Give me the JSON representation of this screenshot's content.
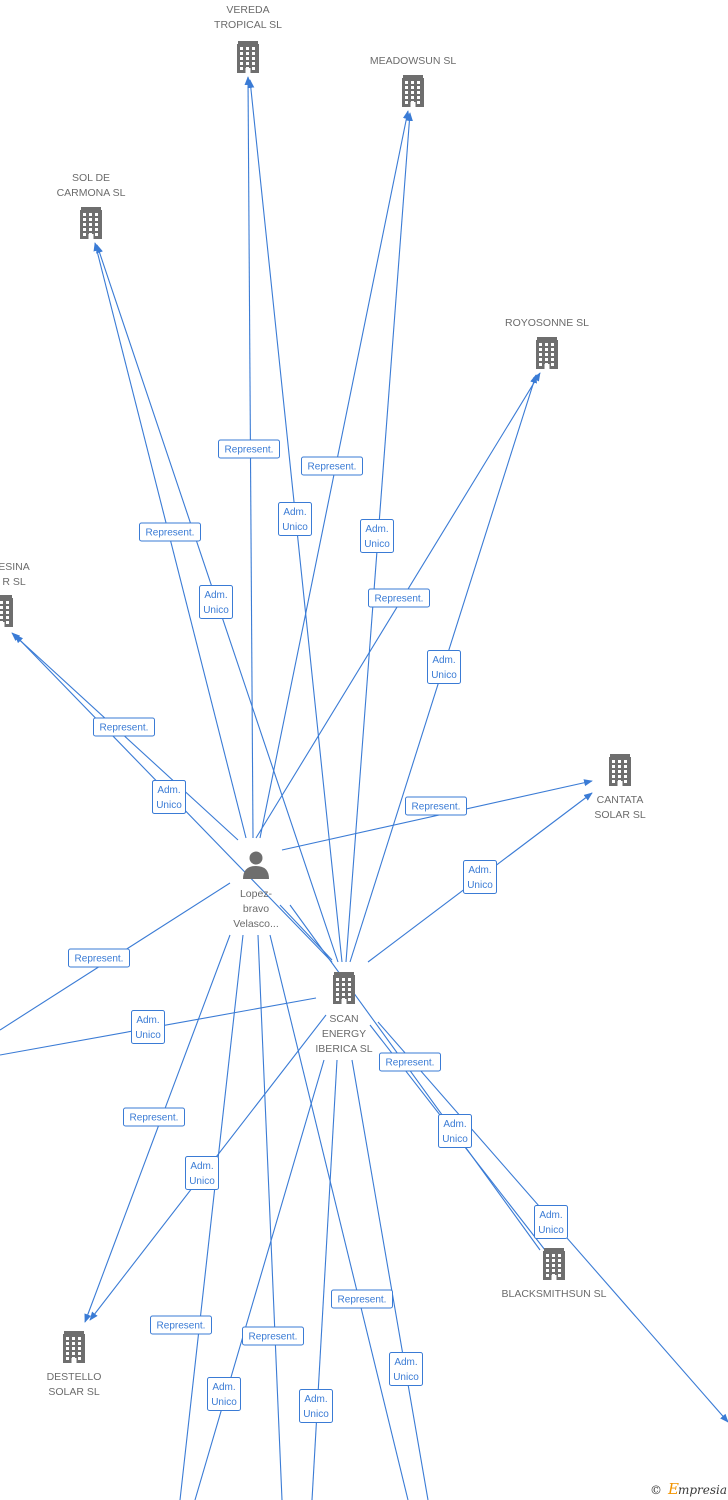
{
  "colors": {
    "edge": "#3a7bd5",
    "icon": "#6e6e6e",
    "label": "#6b6b6b",
    "brand_e": "#f29400"
  },
  "nodes": [
    {
      "id": "vereda",
      "type": "company",
      "icon": "building-icon",
      "label": [
        "VEREDA",
        "TROPICAL SL"
      ]
    },
    {
      "id": "meadowsun",
      "type": "company",
      "icon": "building-icon",
      "label": [
        "MEADOWSUN SL"
      ]
    },
    {
      "id": "solcarmona",
      "type": "company",
      "icon": "building-icon",
      "label": [
        "SOL DE",
        "CARMONA SL"
      ]
    },
    {
      "id": "royosonne",
      "type": "company",
      "icon": "building-icon",
      "label": [
        "ROYOSONNE SL"
      ]
    },
    {
      "id": "cut_left",
      "type": "company",
      "icon": "building-icon",
      "label": [
        "ESINA",
        "R SL"
      ]
    },
    {
      "id": "cantata",
      "type": "company",
      "icon": "building-icon",
      "label": [
        "CANTATA",
        "SOLAR SL"
      ]
    },
    {
      "id": "person",
      "type": "person",
      "icon": "person-icon",
      "label": [
        "Lopez-",
        "bravo",
        "Velasco..."
      ]
    },
    {
      "id": "scan",
      "type": "company",
      "icon": "building-icon",
      "label": [
        "SCAN",
        "ENERGY",
        "IBERICA SL"
      ]
    },
    {
      "id": "blacksmith",
      "type": "company",
      "icon": "building-icon",
      "label": [
        "BLACKSMITHSUN SL"
      ]
    },
    {
      "id": "destello",
      "type": "company",
      "icon": "building-icon",
      "label": [
        "DESTELLO",
        "SOLAR SL"
      ]
    }
  ],
  "edge_badges": [
    {
      "id": "b1",
      "lines": [
        "Represent."
      ]
    },
    {
      "id": "b2",
      "lines": [
        "Represent."
      ]
    },
    {
      "id": "b3",
      "lines": [
        "Adm.",
        "Unico"
      ]
    },
    {
      "id": "b4",
      "lines": [
        "Represent."
      ]
    },
    {
      "id": "b5",
      "lines": [
        "Adm.",
        "Unico"
      ]
    },
    {
      "id": "b6",
      "lines": [
        "Adm.",
        "Unico"
      ]
    },
    {
      "id": "b7",
      "lines": [
        "Represent."
      ]
    },
    {
      "id": "b8",
      "lines": [
        "Adm.",
        "Unico"
      ]
    },
    {
      "id": "b9",
      "lines": [
        "Represent."
      ]
    },
    {
      "id": "b10",
      "lines": [
        "Adm.",
        "Unico"
      ]
    },
    {
      "id": "b11",
      "lines": [
        "Represent."
      ]
    },
    {
      "id": "b12",
      "lines": [
        "Adm.",
        "Unico"
      ]
    },
    {
      "id": "b13",
      "lines": [
        "Represent."
      ]
    },
    {
      "id": "b14",
      "lines": [
        "Adm.",
        "Unico"
      ]
    },
    {
      "id": "b15",
      "lines": [
        "Represent."
      ]
    },
    {
      "id": "b16",
      "lines": [
        "Adm.",
        "Unico"
      ]
    },
    {
      "id": "b17",
      "lines": [
        "Adm.",
        "Unico"
      ]
    },
    {
      "id": "b18",
      "lines": [
        "Represent."
      ]
    },
    {
      "id": "b19",
      "lines": [
        "Adm.",
        "Unico"
      ]
    },
    {
      "id": "b20",
      "lines": [
        "Represent."
      ]
    },
    {
      "id": "b21",
      "lines": [
        "Represent."
      ]
    },
    {
      "id": "b22",
      "lines": [
        "Represent."
      ]
    },
    {
      "id": "b23",
      "lines": [
        "Adm.",
        "Unico"
      ]
    },
    {
      "id": "b24",
      "lines": [
        "Adm.",
        "Unico"
      ]
    },
    {
      "id": "b25",
      "lines": [
        "Adm.",
        "Unico"
      ]
    },
    {
      "id": "b26",
      "lines": [
        "Adm.",
        "Unico"
      ]
    }
  ],
  "footer": {
    "copyright": "©",
    "brand_initial": "E",
    "brand_rest": "mpresia"
  }
}
